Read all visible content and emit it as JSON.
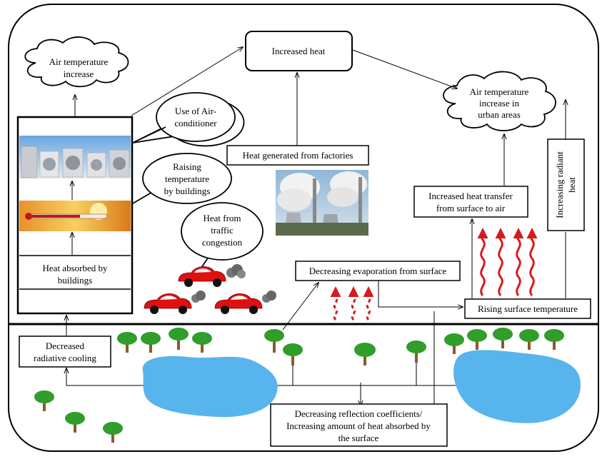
{
  "clouds": {
    "air_temp_increase": [
      "Air temperature",
      "increase"
    ],
    "air_temp_urban": [
      "Air temperature",
      "increase in",
      "urban areas"
    ]
  },
  "bubbles": {
    "air_conditioner": [
      "Use of Air-",
      "conditioner"
    ],
    "raising_temp": [
      "Raising",
      "temperature",
      "by buildings"
    ],
    "traffic": [
      "Heat from",
      "traffic",
      "congestion"
    ]
  },
  "boxes": {
    "increased_heat": "Increased heat",
    "factories": "Heat generated from factories",
    "heat_absorbed": [
      "Heat absorbed by",
      "buildings"
    ],
    "decreased_cooling": [
      "Decreased",
      "radiative cooling"
    ],
    "decreasing_evaporation": "Decreasing evaporation from surface",
    "rising_surface": "Rising surface temperature",
    "heat_transfer": [
      "Increased heat transfer",
      "from surface to air"
    ],
    "radiant_heat": [
      "Increasing radiant",
      "heat"
    ],
    "reflection": [
      "Decreasing reflection coefficients/",
      "Increasing amount of heat absorbed by",
      "the surface"
    ]
  },
  "colors": {
    "car_red": "#e01010",
    "tree_green": "#2f9e2a",
    "trunk_brown": "#8a5a2b",
    "water_blue": "#58b4ec",
    "heat_red": "#d81a1a"
  }
}
